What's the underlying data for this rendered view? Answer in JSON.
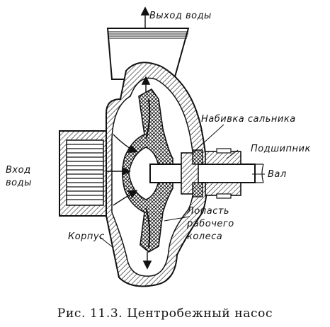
{
  "figure": {
    "caption": "Рис.  11.3.  Центробежный  насос",
    "labels": {
      "water_out": "Выход воды",
      "packing": "Набивка сальника",
      "bearing": "Подшипник",
      "water_in_1": "Вход",
      "water_in_2": "воды",
      "shaft": "Вал",
      "housing": "Корпус",
      "blade_1": "Лопасть",
      "blade_2": "рабочего",
      "blade_3": "колеса"
    }
  }
}
